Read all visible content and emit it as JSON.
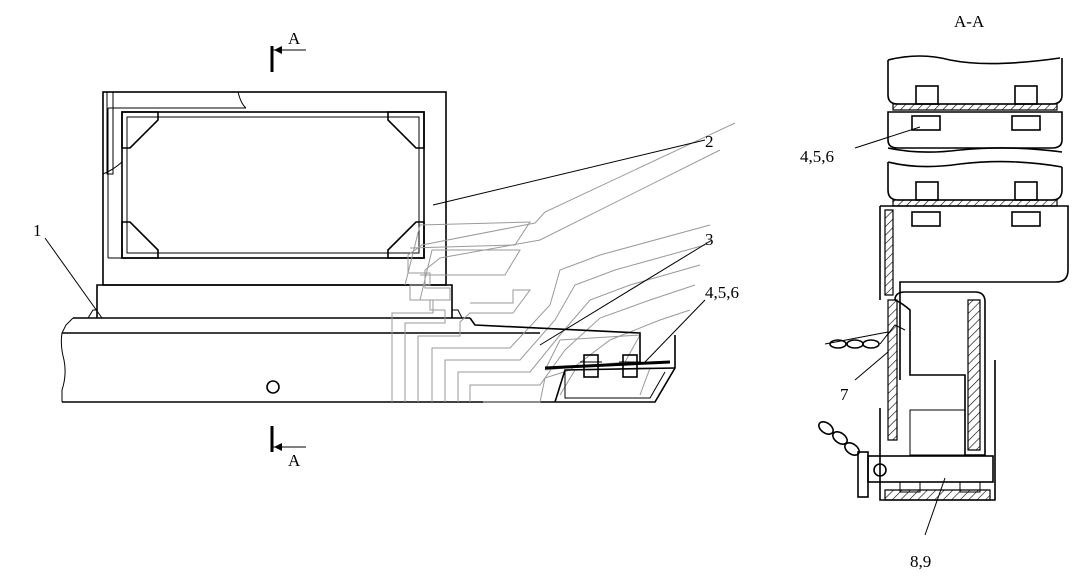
{
  "labels": {
    "section_top": "A",
    "section_bottom": "A",
    "section_view_title": "A-A",
    "part_1": "1",
    "part_2": "2",
    "part_3": "3",
    "part_456_main": "4,5,6",
    "part_456_section": "4,5,6",
    "part_7": "7",
    "part_89": "8,9"
  }
}
